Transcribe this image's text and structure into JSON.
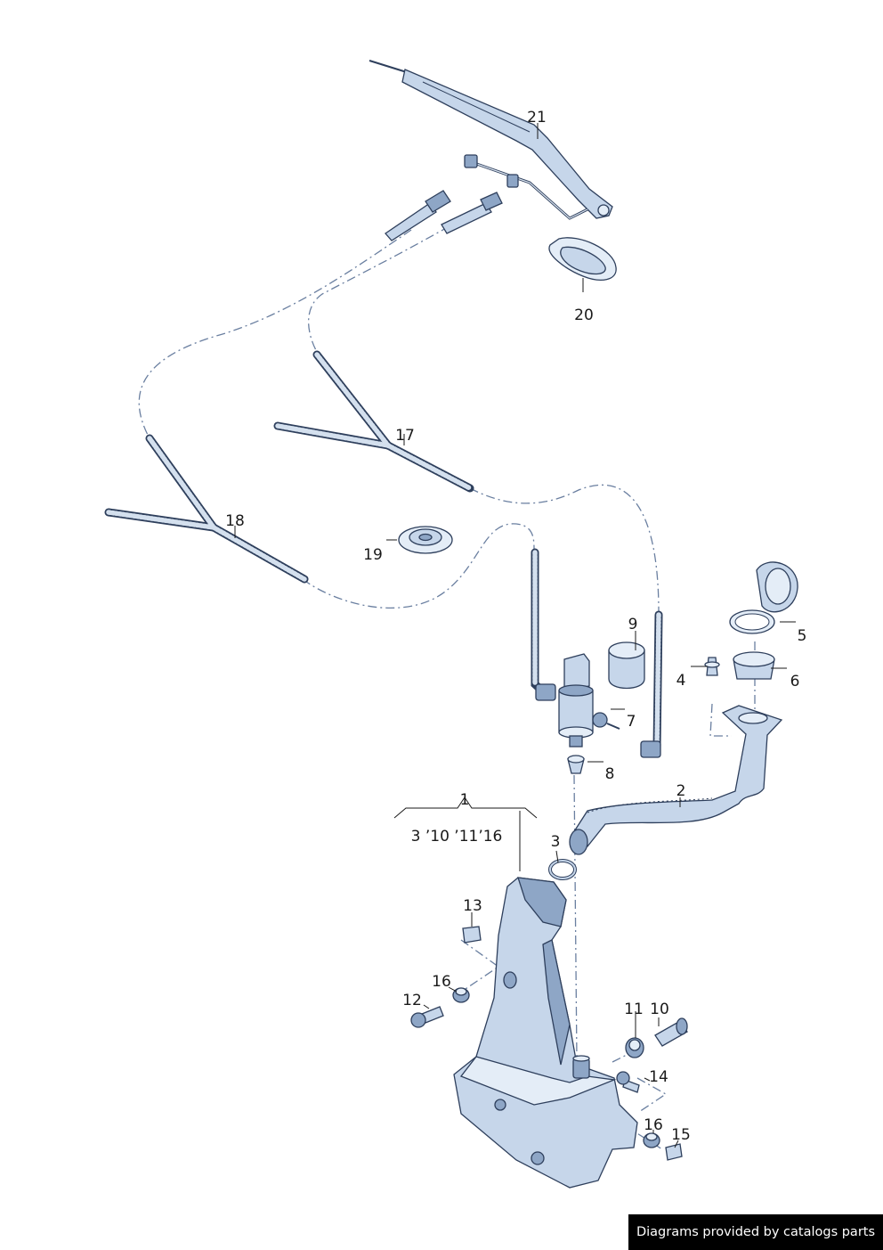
{
  "labels": {
    "p1": "1",
    "p1_note": "3 ’10 ’11’16",
    "p2": "2",
    "p3": "3",
    "p4": "4",
    "p5": "5",
    "p6": "6",
    "p7": "7",
    "p8": "8",
    "p9": "9",
    "p10": "10",
    "p11": "11",
    "p12": "12",
    "p13": "13",
    "p14": "14",
    "p16a": "16",
    "p16b": "16",
    "p15": "15",
    "p17": "17",
    "p18": "18",
    "p19": "19",
    "p20": "20",
    "p21": "21"
  },
  "footer": "Diagrams provided by catalogs parts"
}
